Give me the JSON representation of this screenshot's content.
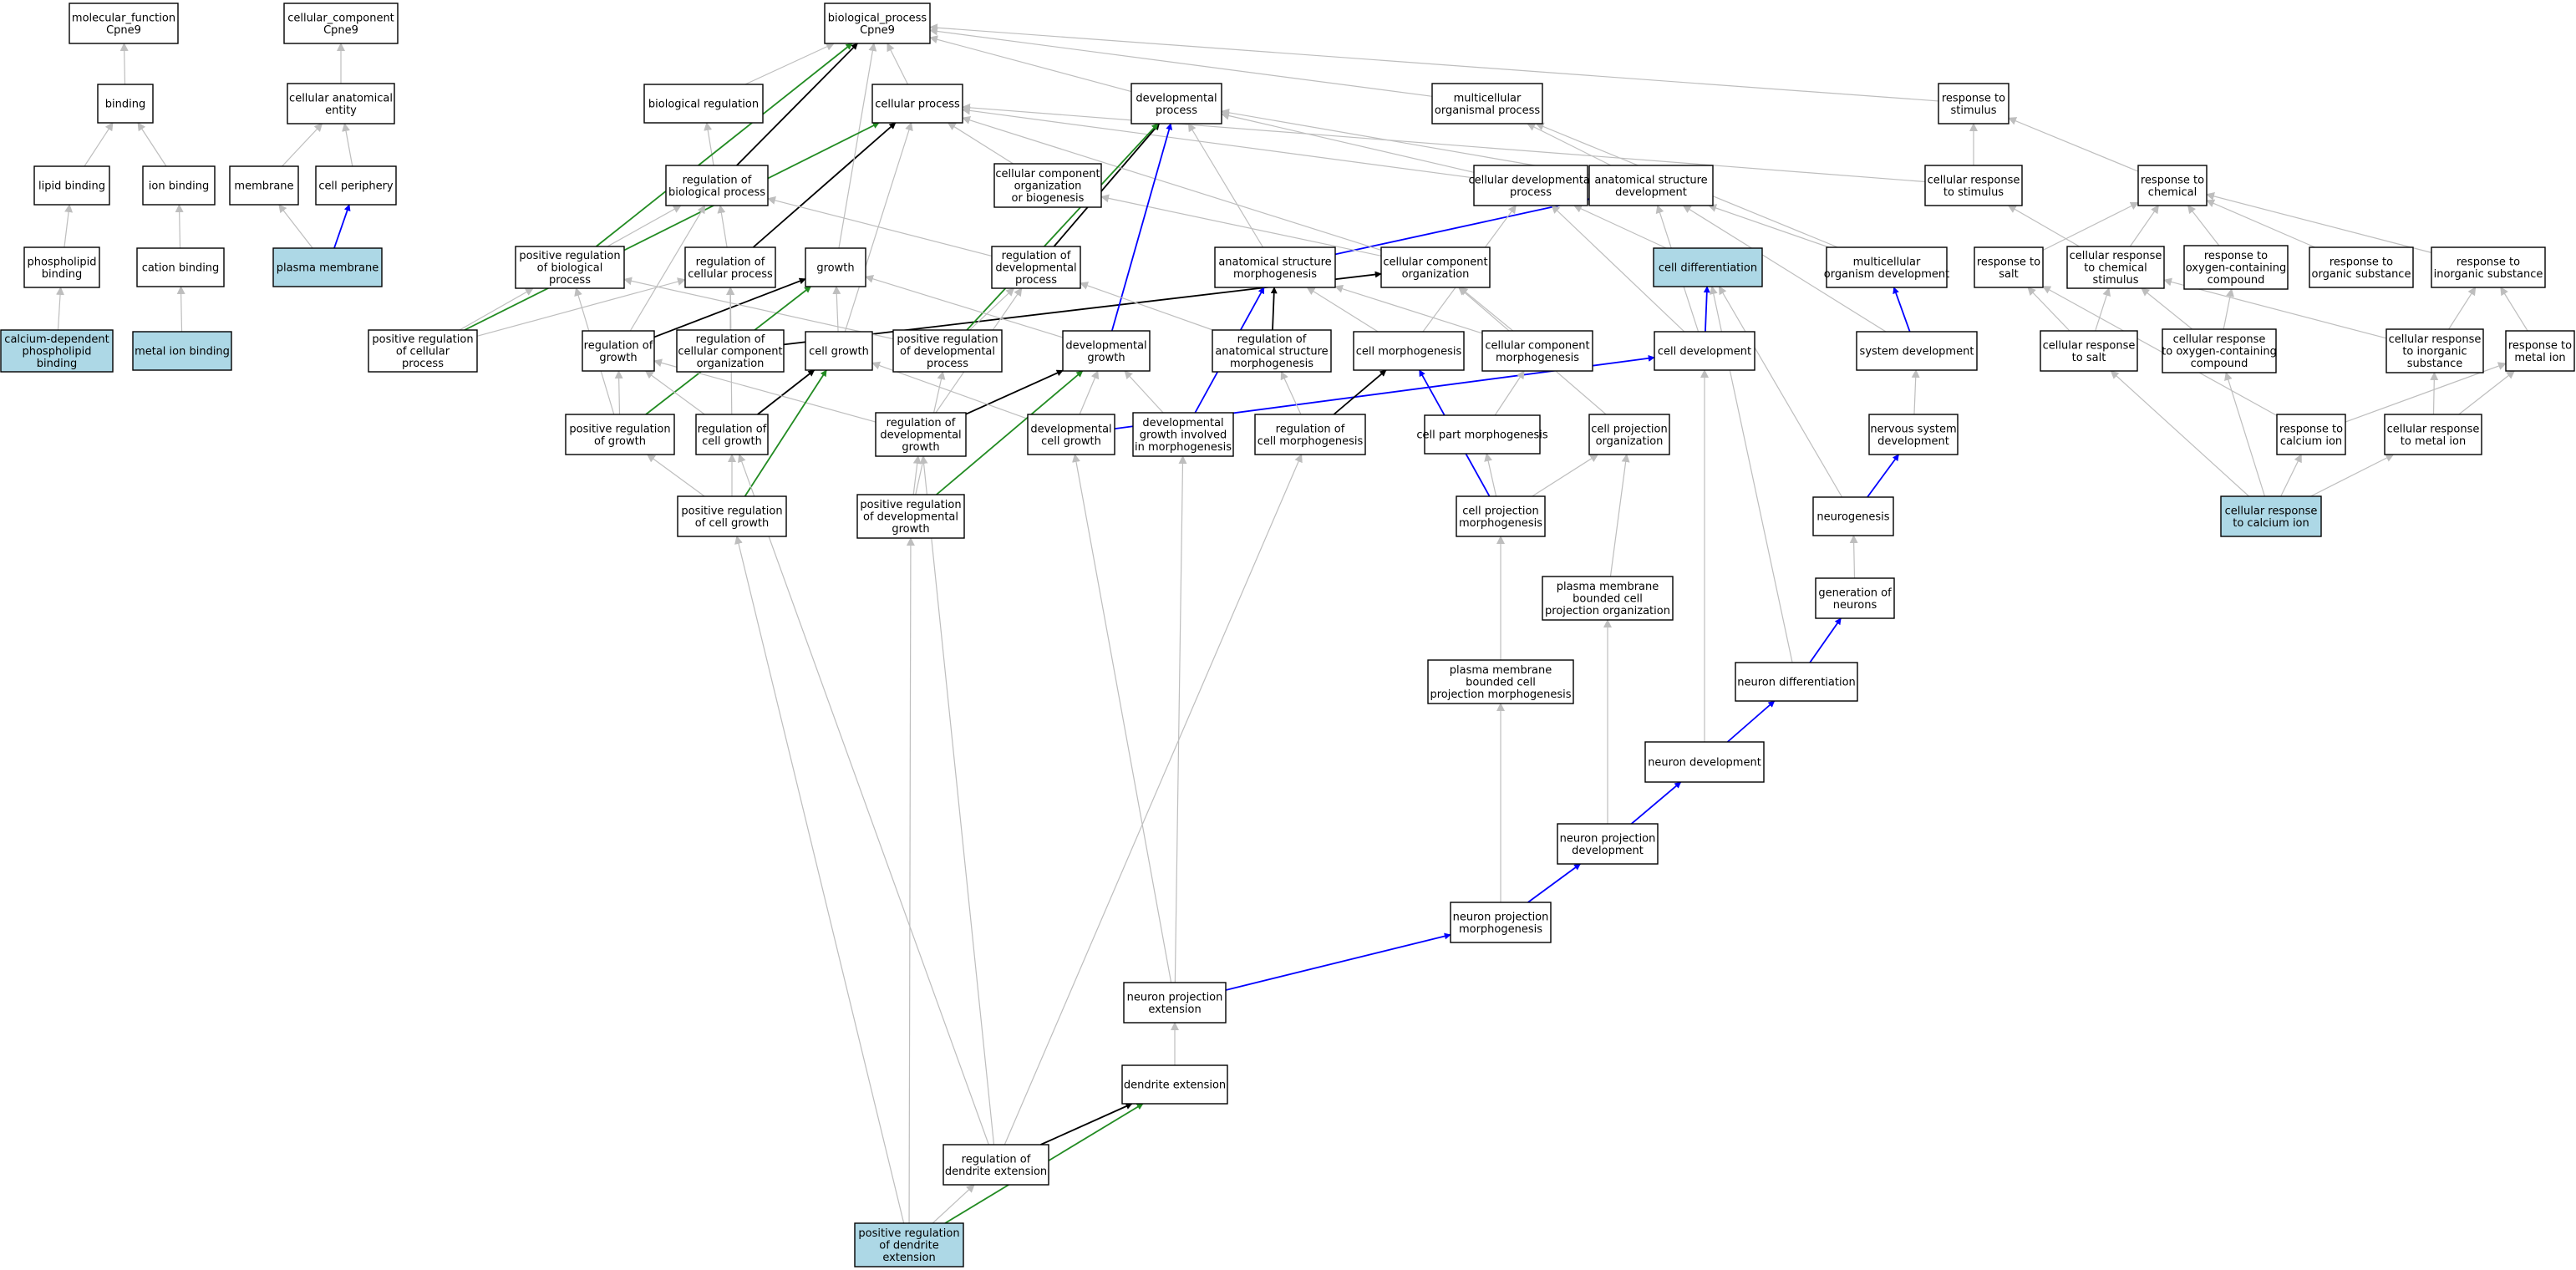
{
  "colors": {
    "default_fill": "#ffffff",
    "highlight_fill": "#add8e6",
    "edge_gray": "#bebebe",
    "edge_black": "#000000",
    "edge_green": "#228b22",
    "edge_blue": "#0000ff"
  },
  "nodes": [
    {
      "id": "mf",
      "lines": [
        "molecular_function",
        "Cpne9"
      ],
      "hl": false
    },
    {
      "id": "cc",
      "lines": [
        "cellular_component",
        "Cpne9"
      ],
      "hl": false
    },
    {
      "id": "bp",
      "lines": [
        "biological_process",
        "Cpne9"
      ],
      "hl": false
    },
    {
      "id": "binding",
      "lines": [
        "binding"
      ],
      "hl": false
    },
    {
      "id": "cae",
      "lines": [
        "cellular anatomical",
        "entity"
      ],
      "hl": false
    },
    {
      "id": "lipidb",
      "lines": [
        "lipid binding"
      ],
      "hl": false
    },
    {
      "id": "ionb",
      "lines": [
        "ion binding"
      ],
      "hl": false
    },
    {
      "id": "membrane",
      "lines": [
        "membrane"
      ],
      "hl": false
    },
    {
      "id": "cellper",
      "lines": [
        "cell periphery"
      ],
      "hl": false
    },
    {
      "id": "phospb",
      "lines": [
        "phospholipid",
        "binding"
      ],
      "hl": false
    },
    {
      "id": "cationb",
      "lines": [
        "cation binding"
      ],
      "hl": false
    },
    {
      "id": "pm",
      "lines": [
        "plasma membrane"
      ],
      "hl": true
    },
    {
      "id": "cdpb",
      "lines": [
        "calcium-dependent",
        "phospholipid",
        "binding"
      ],
      "hl": true
    },
    {
      "id": "mib",
      "lines": [
        "metal ion binding"
      ],
      "hl": true
    },
    {
      "id": "bioreg",
      "lines": [
        "biological regulation"
      ],
      "hl": false
    },
    {
      "id": "cellproc",
      "lines": [
        "cellular process"
      ],
      "hl": false
    },
    {
      "id": "devproc",
      "lines": [
        "developmental",
        "process"
      ],
      "hl": false
    },
    {
      "id": "mop",
      "lines": [
        "multicellular",
        "organismal process"
      ],
      "hl": false
    },
    {
      "id": "rts",
      "lines": [
        "response to",
        "stimulus"
      ],
      "hl": false
    },
    {
      "id": "regbp",
      "lines": [
        "regulation of",
        "biological process"
      ],
      "hl": false
    },
    {
      "id": "ccob",
      "lines": [
        "cellular component",
        "organization",
        "or biogenesis"
      ],
      "hl": false
    },
    {
      "id": "cdp",
      "lines": [
        "cellular developmental",
        "process"
      ],
      "hl": false
    },
    {
      "id": "asd",
      "lines": [
        "anatomical structure",
        "development"
      ],
      "hl": false
    },
    {
      "id": "crs",
      "lines": [
        "cellular response",
        "to stimulus"
      ],
      "hl": false
    },
    {
      "id": "rtc",
      "lines": [
        "response to",
        "chemical"
      ],
      "hl": false
    },
    {
      "id": "prbp",
      "lines": [
        "positive regulation",
        "of biological",
        "process"
      ],
      "hl": false
    },
    {
      "id": "regcp",
      "lines": [
        "regulation of",
        "cellular process"
      ],
      "hl": false
    },
    {
      "id": "growth",
      "lines": [
        "growth"
      ],
      "hl": false
    },
    {
      "id": "regdp",
      "lines": [
        "regulation of",
        "developmental",
        "process"
      ],
      "hl": false
    },
    {
      "id": "asm",
      "lines": [
        "anatomical structure",
        "morphogenesis"
      ],
      "hl": false
    },
    {
      "id": "cco",
      "lines": [
        "cellular component",
        "organization"
      ],
      "hl": false
    },
    {
      "id": "celldiff",
      "lines": [
        "cell differentiation"
      ],
      "hl": true
    },
    {
      "id": "mod",
      "lines": [
        "multicellular",
        "organism development"
      ],
      "hl": false
    },
    {
      "id": "rtsalt",
      "lines": [
        "response to",
        "salt"
      ],
      "hl": false
    },
    {
      "id": "crcs",
      "lines": [
        "cellular response",
        "to chemical",
        "stimulus"
      ],
      "hl": false
    },
    {
      "id": "rtocc",
      "lines": [
        "response to",
        "oxygen-containing",
        "compound"
      ],
      "hl": false
    },
    {
      "id": "rtos",
      "lines": [
        "response to",
        "organic substance"
      ],
      "hl": false
    },
    {
      "id": "rtis",
      "lines": [
        "response to",
        "inorganic substance"
      ],
      "hl": false
    },
    {
      "id": "prcp",
      "lines": [
        "positive regulation",
        "of cellular",
        "process"
      ],
      "hl": false
    },
    {
      "id": "regg",
      "lines": [
        "regulation of",
        "growth"
      ],
      "hl": false
    },
    {
      "id": "regcco",
      "lines": [
        "regulation of",
        "cellular component",
        "organization"
      ],
      "hl": false
    },
    {
      "id": "cellgrowth",
      "lines": [
        "cell growth"
      ],
      "hl": false
    },
    {
      "id": "prdp",
      "lines": [
        "positive regulation",
        "of developmental",
        "process"
      ],
      "hl": false
    },
    {
      "id": "devgrowth",
      "lines": [
        "developmental",
        "growth"
      ],
      "hl": false
    },
    {
      "id": "regasm",
      "lines": [
        "regulation of",
        "anatomical structure",
        "morphogenesis"
      ],
      "hl": false
    },
    {
      "id": "cellmorph",
      "lines": [
        "cell morphogenesis"
      ],
      "hl": false
    },
    {
      "id": "ccmorph",
      "lines": [
        "cellular component",
        "morphogenesis"
      ],
      "hl": false
    },
    {
      "id": "celldev",
      "lines": [
        "cell development"
      ],
      "hl": false
    },
    {
      "id": "sysdev",
      "lines": [
        "system development"
      ],
      "hl": false
    },
    {
      "id": "crsalt",
      "lines": [
        "cellular response",
        "to salt"
      ],
      "hl": false
    },
    {
      "id": "crocc",
      "lines": [
        "cellular response",
        "to oxygen-containing",
        "compound"
      ],
      "hl": false
    },
    {
      "id": "cris",
      "lines": [
        "cellular response",
        "to inorganic",
        "substance"
      ],
      "hl": false
    },
    {
      "id": "rtmi",
      "lines": [
        "response to",
        "metal ion"
      ],
      "hl": false
    },
    {
      "id": "prg",
      "lines": [
        "positive regulation",
        "of growth"
      ],
      "hl": false
    },
    {
      "id": "regcg",
      "lines": [
        "regulation of",
        "cell growth"
      ],
      "hl": false
    },
    {
      "id": "regdg",
      "lines": [
        "regulation of",
        "developmental",
        "growth"
      ],
      "hl": false
    },
    {
      "id": "devcg",
      "lines": [
        "developmental",
        "cell growth"
      ],
      "hl": false
    },
    {
      "id": "dgim",
      "lines": [
        "developmental",
        "growth involved",
        "in morphogenesis"
      ],
      "hl": false
    },
    {
      "id": "regcm",
      "lines": [
        "regulation of",
        "cell morphogenesis"
      ],
      "hl": false
    },
    {
      "id": "cpm",
      "lines": [
        "cell part morphogenesis"
      ],
      "hl": false
    },
    {
      "id": "cpo",
      "lines": [
        "cell projection",
        "organization"
      ],
      "hl": false
    },
    {
      "id": "nsd",
      "lines": [
        "nervous system",
        "development"
      ],
      "hl": false
    },
    {
      "id": "rtci",
      "lines": [
        "response to",
        "calcium ion"
      ],
      "hl": false
    },
    {
      "id": "crmi",
      "lines": [
        "cellular response",
        "to metal ion"
      ],
      "hl": false
    },
    {
      "id": "prcg",
      "lines": [
        "positive regulation",
        "of cell growth"
      ],
      "hl": false
    },
    {
      "id": "prdg",
      "lines": [
        "positive regulation",
        "of developmental",
        "growth"
      ],
      "hl": false
    },
    {
      "id": "cpmorph",
      "lines": [
        "cell projection",
        "morphogenesis"
      ],
      "hl": false
    },
    {
      "id": "neurogenesis",
      "lines": [
        "neurogenesis"
      ],
      "hl": false
    },
    {
      "id": "crci",
      "lines": [
        "cellular response",
        "to calcium ion"
      ],
      "hl": true
    },
    {
      "id": "pmbcpo",
      "lines": [
        "plasma membrane",
        "bounded cell",
        "projection organization"
      ],
      "hl": false
    },
    {
      "id": "gon",
      "lines": [
        "generation of",
        "neurons"
      ],
      "hl": false
    },
    {
      "id": "pmbcpm",
      "lines": [
        "plasma membrane",
        "bounded cell",
        "projection morphogenesis"
      ],
      "hl": false
    },
    {
      "id": "neurdiff",
      "lines": [
        "neuron differentiation"
      ],
      "hl": false
    },
    {
      "id": "neurdev",
      "lines": [
        "neuron development"
      ],
      "hl": false
    },
    {
      "id": "npd",
      "lines": [
        "neuron projection",
        "development"
      ],
      "hl": false
    },
    {
      "id": "npm",
      "lines": [
        "neuron projection",
        "morphogenesis"
      ],
      "hl": false
    },
    {
      "id": "npe",
      "lines": [
        "neuron projection",
        "extension"
      ],
      "hl": false
    },
    {
      "id": "dendext",
      "lines": [
        "dendrite extension"
      ],
      "hl": false
    },
    {
      "id": "regde",
      "lines": [
        "regulation of",
        "dendrite extension"
      ],
      "hl": false
    },
    {
      "id": "prde",
      "lines": [
        "positive regulation",
        "of dendrite",
        "extension"
      ],
      "hl": true
    }
  ],
  "edges": [
    [
      "binding",
      "mf",
      "g"
    ],
    [
      "cae",
      "cc",
      "g"
    ],
    [
      "lipidb",
      "binding",
      "g"
    ],
    [
      "ionb",
      "binding",
      "g"
    ],
    [
      "membrane",
      "cae",
      "g"
    ],
    [
      "cellper",
      "cae",
      "g"
    ],
    [
      "phospb",
      "lipidb",
      "g"
    ],
    [
      "cationb",
      "ionb",
      "g"
    ],
    [
      "pm",
      "membrane",
      "g"
    ],
    [
      "pm",
      "cellper",
      "b"
    ],
    [
      "cdpb",
      "phospb",
      "g"
    ],
    [
      "mib",
      "cationb",
      "g"
    ],
    [
      "bioreg",
      "bp",
      "g"
    ],
    [
      "cellproc",
      "bp",
      "g"
    ],
    [
      "devproc",
      "bp",
      "g"
    ],
    [
      "mop",
      "bp",
      "g"
    ],
    [
      "rts",
      "bp",
      "g"
    ],
    [
      "regbp",
      "bioreg",
      "g"
    ],
    [
      "regbp",
      "bp",
      "k"
    ],
    [
      "ccob",
      "cellproc",
      "g"
    ],
    [
      "cdp",
      "cellproc",
      "g"
    ],
    [
      "cdp",
      "devproc",
      "g"
    ],
    [
      "asd",
      "devproc",
      "g"
    ],
    [
      "asd",
      "mop",
      "g"
    ],
    [
      "crs",
      "rts",
      "g"
    ],
    [
      "crs",
      "cellproc",
      "g"
    ],
    [
      "rtc",
      "rts",
      "g"
    ],
    [
      "prbp",
      "regbp",
      "g"
    ],
    [
      "prbp",
      "bp",
      "gr"
    ],
    [
      "regcp",
      "regbp",
      "g"
    ],
    [
      "regcp",
      "cellproc",
      "k"
    ],
    [
      "growth",
      "bp",
      "g"
    ],
    [
      "regdp",
      "regbp",
      "g"
    ],
    [
      "regdp",
      "devproc",
      "k"
    ],
    [
      "asm",
      "asd",
      "b"
    ],
    [
      "asm",
      "devproc",
      "g"
    ],
    [
      "cco",
      "cellproc",
      "g"
    ],
    [
      "cco",
      "ccob",
      "g"
    ],
    [
      "celldiff",
      "cdp",
      "g"
    ],
    [
      "mod",
      "asd",
      "g"
    ],
    [
      "mod",
      "mop",
      "g"
    ],
    [
      "rtsalt",
      "rtc",
      "g"
    ],
    [
      "crcs",
      "rtc",
      "g"
    ],
    [
      "crcs",
      "crs",
      "g"
    ],
    [
      "rtocc",
      "rtc",
      "g"
    ],
    [
      "rtos",
      "rtc",
      "g"
    ],
    [
      "rtis",
      "rtc",
      "g"
    ],
    [
      "prcp",
      "prbp",
      "g"
    ],
    [
      "prcp",
      "regcp",
      "g"
    ],
    [
      "prcp",
      "cellproc",
      "gr"
    ],
    [
      "regg",
      "regbp",
      "g"
    ],
    [
      "regg",
      "growth",
      "k"
    ],
    [
      "regcco",
      "regcp",
      "g"
    ],
    [
      "regcco",
      "cco",
      "k"
    ],
    [
      "cellgrowth",
      "growth",
      "g"
    ],
    [
      "cellgrowth",
      "cellproc",
      "g"
    ],
    [
      "prdp",
      "prbp",
      "g"
    ],
    [
      "prdp",
      "regdp",
      "g"
    ],
    [
      "prdp",
      "devproc",
      "gr"
    ],
    [
      "devgrowth",
      "growth",
      "g"
    ],
    [
      "devgrowth",
      "devproc",
      "b"
    ],
    [
      "regasm",
      "regdp",
      "g"
    ],
    [
      "regasm",
      "asm",
      "k"
    ],
    [
      "cellmorph",
      "asm",
      "g"
    ],
    [
      "cellmorph",
      "cdp",
      "g"
    ],
    [
      "ccmorph",
      "asm",
      "g"
    ],
    [
      "ccmorph",
      "cco",
      "g"
    ],
    [
      "celldev",
      "celldiff",
      "b"
    ],
    [
      "celldev",
      "cdp",
      "g"
    ],
    [
      "celldev",
      "asd",
      "g"
    ],
    [
      "sysdev",
      "mod",
      "b"
    ],
    [
      "sysdev",
      "asd",
      "g"
    ],
    [
      "crsalt",
      "rtsalt",
      "g"
    ],
    [
      "crsalt",
      "crcs",
      "g"
    ],
    [
      "crocc",
      "rtocc",
      "g"
    ],
    [
      "crocc",
      "crcs",
      "g"
    ],
    [
      "cris",
      "rtis",
      "g"
    ],
    [
      "cris",
      "crcs",
      "g"
    ],
    [
      "rtmi",
      "rtis",
      "g"
    ],
    [
      "prg",
      "regg",
      "g"
    ],
    [
      "prg",
      "prbp",
      "g"
    ],
    [
      "prg",
      "growth",
      "gr"
    ],
    [
      "regcg",
      "regg",
      "g"
    ],
    [
      "regcg",
      "regcp",
      "g"
    ],
    [
      "regcg",
      "cellgrowth",
      "k"
    ],
    [
      "regdg",
      "regg",
      "g"
    ],
    [
      "regdg",
      "regdp",
      "g"
    ],
    [
      "regdg",
      "devgrowth",
      "k"
    ],
    [
      "devcg",
      "cellgrowth",
      "g"
    ],
    [
      "devcg",
      "devgrowth",
      "g"
    ],
    [
      "devcg",
      "celldev",
      "b"
    ],
    [
      "dgim",
      "devgrowth",
      "g"
    ],
    [
      "dgim",
      "asm",
      "b"
    ],
    [
      "regcm",
      "regasm",
      "g"
    ],
    [
      "regcm",
      "cellmorph",
      "k"
    ],
    [
      "cpm",
      "ccmorph",
      "g"
    ],
    [
      "cpo",
      "cco",
      "g"
    ],
    [
      "nsd",
      "sysdev",
      "g"
    ],
    [
      "rtci",
      "rtmi",
      "g"
    ],
    [
      "rtci",
      "rtsalt",
      "g"
    ],
    [
      "crmi",
      "rtmi",
      "g"
    ],
    [
      "crmi",
      "cris",
      "g"
    ],
    [
      "prcg",
      "regcg",
      "g"
    ],
    [
      "prcg",
      "prg",
      "g"
    ],
    [
      "prcg",
      "cellgrowth",
      "gr"
    ],
    [
      "prdg",
      "regdg",
      "g"
    ],
    [
      "prdg",
      "prdp",
      "g"
    ],
    [
      "prdg",
      "devgrowth",
      "gr"
    ],
    [
      "cpmorph",
      "cpm",
      "g"
    ],
    [
      "cpmorph",
      "cpo",
      "g"
    ],
    [
      "cpmorph",
      "cellmorph",
      "b"
    ],
    [
      "neurogenesis",
      "nsd",
      "b"
    ],
    [
      "neurogenesis",
      "celldiff",
      "g"
    ],
    [
      "crci",
      "rtci",
      "g"
    ],
    [
      "crci",
      "crmi",
      "g"
    ],
    [
      "crci",
      "crsalt",
      "g"
    ],
    [
      "crci",
      "crocc",
      "g"
    ],
    [
      "pmbcpo",
      "cpo",
      "g"
    ],
    [
      "gon",
      "neurogenesis",
      "g"
    ],
    [
      "pmbcpm",
      "cpmorph",
      "g"
    ],
    [
      "neurdiff",
      "gon",
      "b"
    ],
    [
      "neurdiff",
      "celldiff",
      "g"
    ],
    [
      "neurdev",
      "neurdiff",
      "b"
    ],
    [
      "neurdev",
      "celldev",
      "g"
    ],
    [
      "npd",
      "neurdev",
      "b"
    ],
    [
      "npd",
      "pmbcpo",
      "g"
    ],
    [
      "npm",
      "npd",
      "b"
    ],
    [
      "npm",
      "pmbcpm",
      "g"
    ],
    [
      "npe",
      "npm",
      "b"
    ],
    [
      "npe",
      "devcg",
      "g"
    ],
    [
      "npe",
      "dgim",
      "g"
    ],
    [
      "dendext",
      "npe",
      "g"
    ],
    [
      "regde",
      "regdg",
      "g"
    ],
    [
      "regde",
      "regcg",
      "g"
    ],
    [
      "regde",
      "regcm",
      "g"
    ],
    [
      "regde",
      "dendext",
      "k"
    ],
    [
      "prde",
      "regde",
      "g"
    ],
    [
      "prde",
      "dendext",
      "gr"
    ],
    [
      "prde",
      "prcg",
      "g"
    ],
    [
      "prde",
      "prdg",
      "g"
    ]
  ]
}
